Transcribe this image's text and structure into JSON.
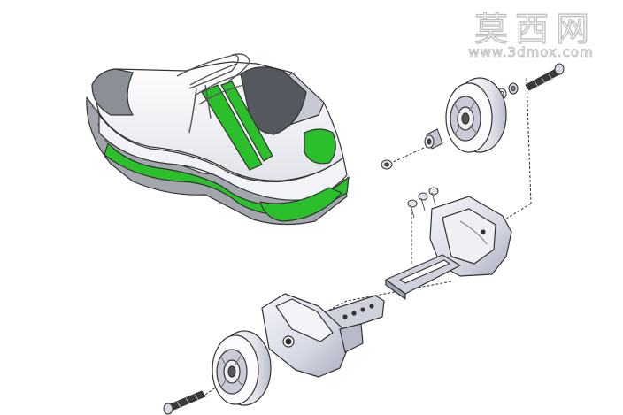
{
  "watermark": {
    "chinese": "莫西网",
    "url": "www.3dmox.com"
  },
  "colors": {
    "shoe_accent": "#2bbf2b",
    "metal": "#d9dbe6",
    "sole_gray": "#9aa0a6",
    "line": "#333333"
  },
  "parts": [
    "sneaker",
    "front-wheel",
    "rear-wheel",
    "front-bracket",
    "rear-heel-bracket",
    "axle-bolt-top",
    "axle-bolt-bottom",
    "spacer",
    "washer",
    "nut",
    "small-screws"
  ]
}
